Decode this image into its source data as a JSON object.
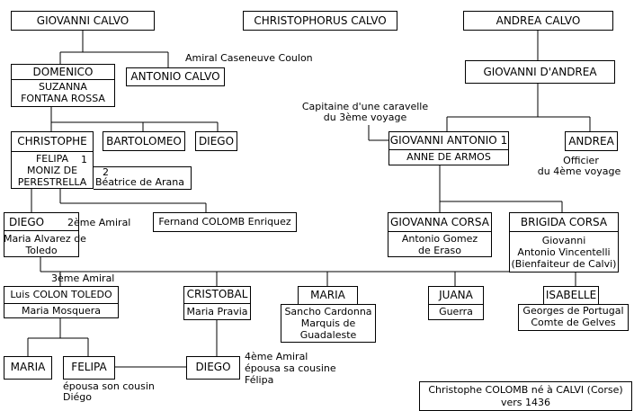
{
  "title": {
    "line1": "Christophe COLOMB né à CALVI (Corse)",
    "line2": "vers 1436"
  },
  "people": {
    "giovanni_calvo": "GIOVANNI CALVO",
    "christophorus_calvo": "CHRISTOPHORUS CALVO",
    "andrea_calvo": "ANDREA CALVO",
    "domenico": "DOMENICO",
    "suzanna_1": "SUZANNA",
    "suzanna_2": "FONTANA ROSSA",
    "antonio_calvo": "ANTONIO CALVO",
    "amiral_note": "Amiral Caseneuve Coulon",
    "giovanni_dandrea": "GIOVANNI D'ANDREA",
    "christophe": "CHRISTOPHE",
    "bartolomeo": "BARTOLOMEO",
    "diego_brother": "DIEGO",
    "felipa_1": "FELIPA",
    "felipa_2": "MONIZ DE",
    "felipa_3": "PERESTRELLA",
    "felipa_num": "1",
    "beatrice_num": "2",
    "beatrice": "Béatrice de Arana",
    "capitaine_1": "Capitaine d'une caravelle",
    "capitaine_2": "du 3ème voyage",
    "giovanni_antonio": "GIOVANNI ANTONIO 1",
    "anne_de_armos": "ANNE DE ARMOS",
    "andrea": "ANDREA",
    "officier_1": "Officier",
    "officier_2": "du 4ème voyage",
    "diego_son": "DIEGO",
    "diego_title": "2ème Amiral",
    "maria_alvarez_1": "Maria Alvarez de",
    "maria_alvarez_2": "Toledo",
    "fernand": "Fernand COLOMB Enriquez",
    "giovanna_corsa": "GIOVANNA CORSA",
    "antonio_gomez_1": "Antonio Gomez",
    "antonio_gomez_2": "de Eraso",
    "brigida_corsa": "BRIGIDA CORSA",
    "giovanni_v_1": "Giovanni",
    "giovanni_v_2": "Antonio Vincentelli",
    "giovanni_v_3": "(Bienfaiteur de Calvi)",
    "third_amiral": "3ème Amiral",
    "luis": "Luis COLON TOLEDO",
    "maria_mosquera": "Maria Mosquera",
    "cristobal": "CRISTOBAL",
    "maria_pravia": "Maria Pravia",
    "maria_child": "MARIA",
    "sancho_1": "Sancho Cardonna",
    "sancho_2": "Marquis de",
    "sancho_3": "Guadaleste",
    "juana": "JUANA",
    "guerra": "Guerra",
    "isabelle": "ISABELLE",
    "georges_1": "Georges de Portugal",
    "georges_2": "Comte de Gelves",
    "maria_gc": "MARIA",
    "felipa_gc": "FELIPA",
    "diego_gc": "DIEGO",
    "fourth_amiral_1": "4ème Amiral",
    "fourth_amiral_2": "épousa sa cousine",
    "fourth_amiral_3": "Félipa",
    "epousa_1": "épousa son cousin",
    "epousa_2": "Diégo"
  }
}
